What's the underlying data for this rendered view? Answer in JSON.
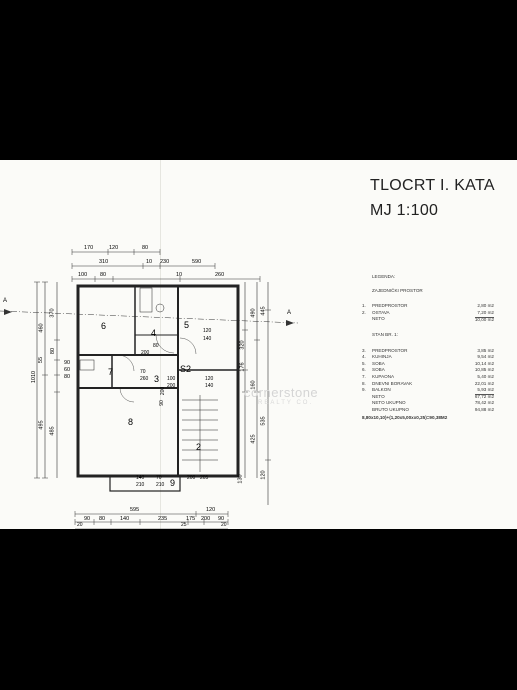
{
  "header": {
    "title_line1": "TLOCRT I. KATA",
    "title_line2": "MJ 1:100"
  },
  "legend": {
    "heading": "LEGENDA:",
    "shared": {
      "heading": "ZAJEDNIČKI PROSTOR",
      "rows": [
        {
          "n": "1.",
          "name": "PREDPROSTOR",
          "value": "2,80 m2"
        },
        {
          "n": "2.",
          "name": "OSTAVA",
          "value": "7,20 m2"
        }
      ],
      "sum": {
        "name": "NETO",
        "value": "10,00 m2"
      }
    },
    "unit": {
      "heading": "STAN BR. 1:",
      "rows": [
        {
          "n": "3.",
          "name": "PREDPROSTOR",
          "value": "3,85 m2"
        },
        {
          "n": "4.",
          "name": "KUHINJA",
          "value": "9,54 m2"
        },
        {
          "n": "5.",
          "name": "SOBA",
          "value": "10,14 m2"
        },
        {
          "n": "6.",
          "name": "SOBA",
          "value": "10,85 m2"
        },
        {
          "n": "7.",
          "name": "KUPAONA",
          "value": "5,40 m2"
        },
        {
          "n": "8.",
          "name": "DNEVNI BORAVAK",
          "value": "22,01 m2"
        },
        {
          "n": "9.",
          "name": "BALKON",
          "value": "5,93 m2"
        }
      ],
      "totals": [
        {
          "name": "NETO",
          "value": "67,72 m2"
        },
        {
          "name": "NETO UKUPNO",
          "value": "78,42 m2"
        },
        {
          "name": "BRUTO UKUPNO",
          "value": "94,88 m2"
        }
      ],
      "formula": "8,80x10,10)+(1,20x5,00xx0,25)=90,38M2"
    }
  },
  "plan": {
    "room_numbers": [
      "6",
      "4",
      "5",
      "7",
      "3",
      "S2",
      "8",
      "2",
      "9"
    ],
    "section_marks": [
      "A",
      "A"
    ],
    "top_dims_row1": [
      "170",
      "120",
      "80"
    ],
    "top_dims_row2": [
      "310",
      "10",
      "230",
      "590"
    ],
    "top_dims_row3": [
      "100",
      "80",
      "10",
      "260"
    ],
    "bottom_dims_row1": [
      "595",
      "120"
    ],
    "bottom_dims_row2": [
      "90",
      "80",
      "140",
      "235",
      "175",
      "200",
      "90"
    ],
    "bottom_dims_row3": [
      "20",
      "25",
      "20"
    ],
    "left_dims_outer": [
      "1010"
    ],
    "left_dims_mid": [
      "460",
      "495",
      "55"
    ],
    "left_dims_inner": [
      "370",
      "80",
      "90",
      "60",
      "80",
      "485"
    ],
    "right_dims_outer": [
      "445",
      "535",
      "120"
    ],
    "right_dims_mid": [
      "490",
      "130"
    ],
    "right_dims_inner": [
      "320",
      "176",
      "160",
      "425"
    ],
    "interior_labels": [
      "120",
      "140",
      "80",
      "200",
      "70",
      "260",
      "100",
      "200",
      "120",
      "140",
      "90",
      "200",
      "140",
      "210",
      "70",
      "210",
      "200",
      "205"
    ],
    "watermark": "cornerstone",
    "watermark_sub": "REALTY CO."
  }
}
